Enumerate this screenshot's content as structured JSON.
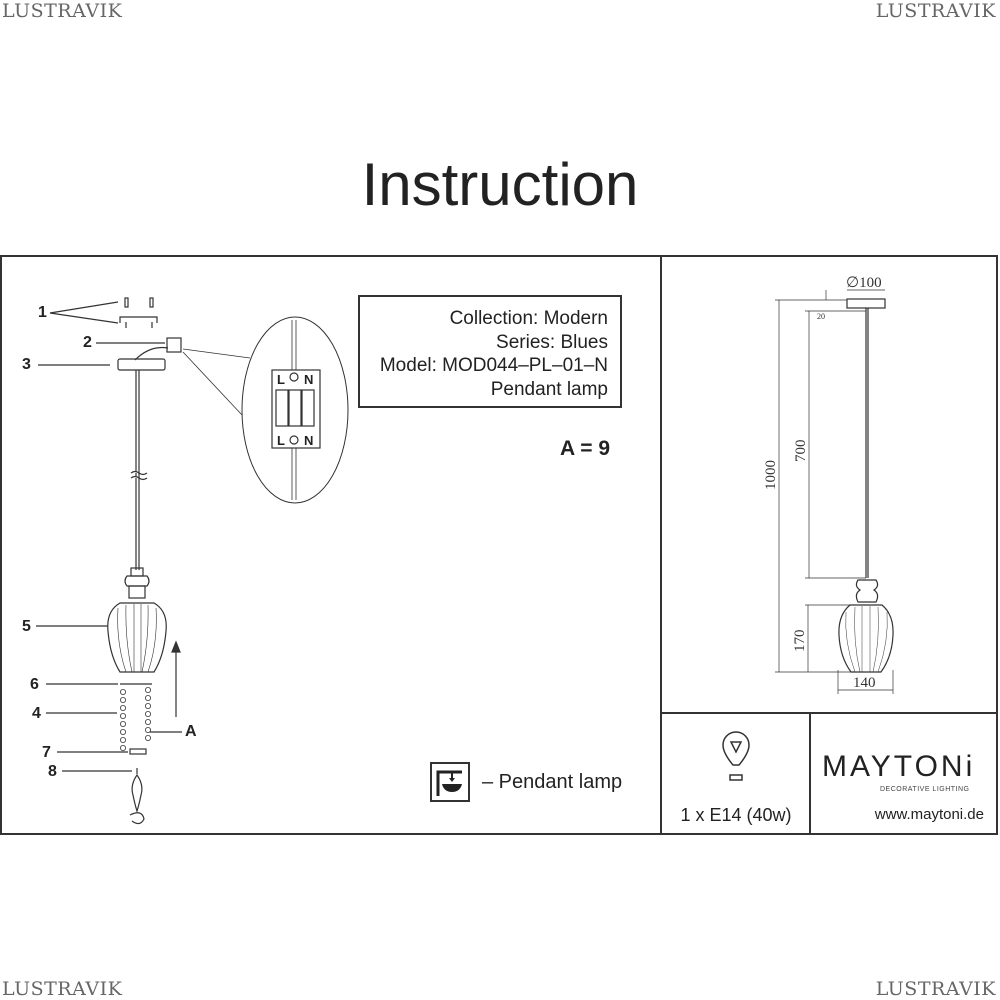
{
  "watermark": "LUSTRAVIK",
  "title": "Instruction",
  "info": {
    "collection": "Collection: Modern",
    "series": "Series: Blues",
    "model": "Model: MOD044–PL–01–N",
    "type": "Pendant lamp"
  },
  "quantity_label": "A = 9",
  "parts_labels": [
    "1",
    "2",
    "3",
    "5",
    "6",
    "4",
    "A",
    "7",
    "8"
  ],
  "terminal_labels": {
    "live": "L",
    "neutral": "N"
  },
  "legend": {
    "icon": "pendant-lamp-icon",
    "text": "– Pendant lamp"
  },
  "dimensions": {
    "diameter": "∅100",
    "small": "20",
    "total": "1000",
    "cord": "700",
    "shade_height": "170",
    "shade_width": "140"
  },
  "bulb": {
    "icon": "light-bulb-icon",
    "text": "1 x E14 (40w)"
  },
  "brand": {
    "name": "MAYTONi",
    "tagline": "DECORATIVE LIGHTING",
    "url": "www.maytoni.de"
  }
}
